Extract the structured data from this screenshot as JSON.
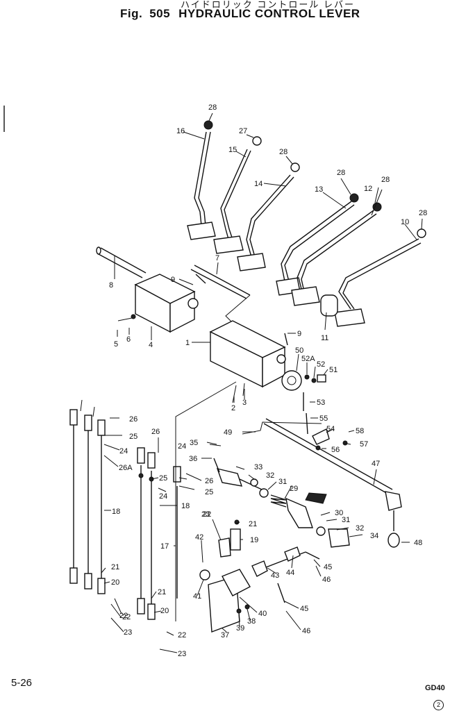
{
  "header": {
    "title_jp": "ハイドロリック コントロール レバー",
    "fig_prefix": "Fig.",
    "fig_number": "505",
    "title": "HYDRAULIC CONTROL LEVER"
  },
  "footer": {
    "page_number": "5-26",
    "model_code": "GD40",
    "sheet_mark": "2"
  },
  "callouts": [
    "28",
    "16",
    "27",
    "15",
    "28",
    "14",
    "28",
    "13",
    "12",
    "28",
    "10",
    "28",
    "7",
    "8",
    "9",
    "4",
    "6",
    "5",
    "1",
    "9",
    "11",
    "50",
    "52A",
    "52",
    "51",
    "2",
    "3",
    "53",
    "55",
    "58",
    "54",
    "57",
    "56",
    "49",
    "47",
    "26",
    "25",
    "24",
    "26A",
    "26",
    "24",
    "35",
    "36",
    "33",
    "32",
    "31",
    "29",
    "25",
    "24",
    "25",
    "26",
    "18",
    "18",
    "30",
    "31",
    "32",
    "34",
    "48",
    "22",
    "21",
    "23",
    "19",
    "42",
    "17",
    "45",
    "44",
    "43",
    "46",
    "21",
    "20",
    "41",
    "45",
    "40",
    "22",
    "38",
    "39",
    "37",
    "46",
    "20",
    "21",
    "22",
    "23",
    "22",
    "23"
  ]
}
